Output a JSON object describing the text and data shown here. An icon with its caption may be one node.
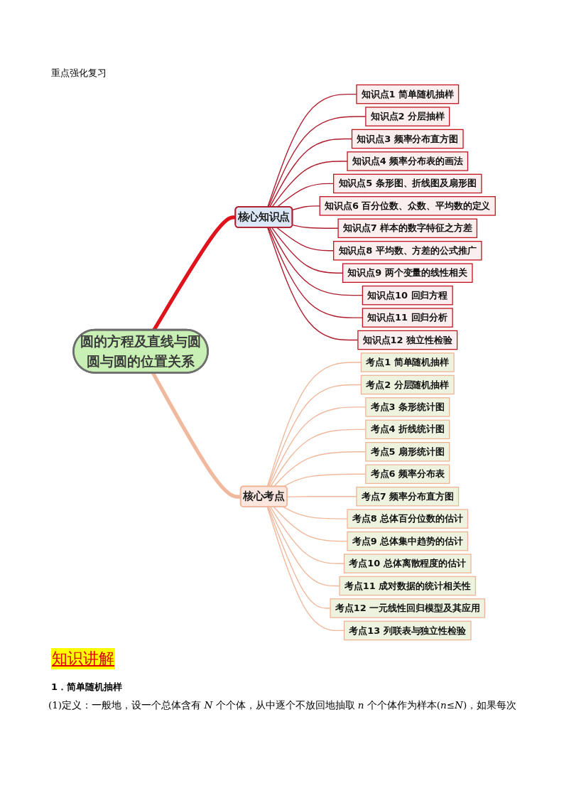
{
  "diagram": {
    "nodes": [
      {
        "text": [
          "圆的方程及直线与圆圆与圆的位置关系"
        ]
      },
      {
        "text": [
          "核心知识点"
        ]
      },
      {
        "text": [
          "知识点1 简单随机抽样"
        ]
      },
      {
        "text": [
          "知识点2 分层抽样"
        ]
      },
      {
        "text": [
          "知识点3 频率分布直方图"
        ]
      },
      {
        "text": [
          "知识点4 频率分布表的画法"
        ]
      },
      {
        "text": [
          "知识点5 条形图、折线图及扇形图"
        ]
      },
      {
        "text": [
          "知识点6 百分位数、众数、平均数的定义"
        ]
      },
      {
        "text": [
          "知识点7 样本的数字特征之方差"
        ]
      },
      {
        "text": [
          "知识点8 平均数、方差的公式推广"
        ]
      },
      {
        "text": [
          "知识点9 两个变量的线性相关"
        ]
      },
      {
        "text": [
          "知识点10 回归方程"
        ]
      },
      {
        "text": [
          "知识点11 回归分析"
        ]
      },
      {
        "text": [
          "知识点12 独立性检验"
        ]
      },
      {
        "text": [
          "核心考点"
        ]
      },
      {
        "text": [
          "考点1 简单随机抽样"
        ]
      },
      {
        "text": [
          "考点2 分层随机抽样"
        ]
      },
      {
        "text": [
          "考点3 条形统计图"
        ]
      },
      {
        "text": [
          "考点4 折线统计图"
        ]
      },
      {
        "text": [
          "考点5 扇形统计图"
        ]
      },
      {
        "text": [
          "考点6 频率分布表"
        ]
      },
      {
        "text": [
          "考点7 频率分布直方图"
        ]
      },
      {
        "text": [
          "考点8 总体百分位数的估计"
        ]
      },
      {
        "text": [
          "考点9 总体集中趋势的估计"
        ]
      },
      {
        "text": [
          "考点10 总体离散程度的估计"
        ]
      },
      {
        "text": [
          "考点11 成对数据的统计相关性"
        ]
      },
      {
        "text": [
          "考点12 一元线性回归模型及其应用"
        ]
      },
      {
        "text": [
          "考点13 列联表与独立性检验"
        ]
      }
    ],
    "edges": [
      {
        "from": 0,
        "to": 1,
        "arrow": "none",
        "style": "thick",
        "color": "#e0121b"
      },
      {
        "from": 1,
        "to": 2,
        "arrow": "none",
        "color": "#b01c2e"
      },
      {
        "from": 1,
        "to": 3,
        "arrow": "none",
        "color": "#b01c2e"
      },
      {
        "from": 1,
        "to": 4,
        "arrow": "none",
        "color": "#b01c2e"
      },
      {
        "from": 1,
        "to": 5,
        "arrow": "none",
        "color": "#b01c2e"
      },
      {
        "from": 1,
        "to": 6,
        "arrow": "none",
        "color": "#b01c2e"
      },
      {
        "from": 1,
        "to": 7,
        "arrow": "none",
        "color": "#b01c2e"
      },
      {
        "from": 1,
        "to": 8,
        "arrow": "none",
        "color": "#b01c2e"
      },
      {
        "from": 1,
        "to": 9,
        "arrow": "none",
        "color": "#b01c2e"
      },
      {
        "from": 1,
        "to": 10,
        "arrow": "none",
        "color": "#b01c2e"
      },
      {
        "from": 1,
        "to": 11,
        "arrow": "none",
        "color": "#b01c2e"
      },
      {
        "from": 1,
        "to": 12,
        "arrow": "none",
        "color": "#b01c2e"
      },
      {
        "from": 1,
        "to": 13,
        "arrow": "none",
        "color": "#b01c2e"
      },
      {
        "from": 0,
        "to": 14,
        "arrow": "none",
        "style": "thick"
      },
      {
        "from": 14,
        "to": 15,
        "arrow": "none"
      },
      {
        "from": 14,
        "to": 16,
        "arrow": "none"
      },
      {
        "from": 14,
        "to": 17,
        "arrow": "none"
      },
      {
        "from": 14,
        "to": 18,
        "arrow": "none"
      },
      {
        "from": 14,
        "to": 19,
        "arrow": "none"
      },
      {
        "from": 14,
        "to": 20,
        "arrow": "none"
      },
      {
        "from": 14,
        "to": 21,
        "arrow": "none"
      },
      {
        "from": 14,
        "to": 22,
        "arrow": "none"
      },
      {
        "from": 14,
        "to": 23,
        "arrow": "none"
      },
      {
        "from": 14,
        "to": 24,
        "arrow": "none"
      },
      {
        "from": 14,
        "to": 25,
        "arrow": "none"
      },
      {
        "from": 14,
        "to": 26,
        "arrow": "none"
      },
      {
        "from": 14,
        "to": 27,
        "arrow": "none"
      }
    ],
    "labels": [
      "重点强化复习",
      "知识讲解",
      "1．简单随机抽样",
      "(1)定义：一般地，设一个总体含有 *N* 个个体，从中逐个不放回地抽取 *n* 个个体作为样本(*n*≤*N*)，如果每次"
    ]
  }
}
